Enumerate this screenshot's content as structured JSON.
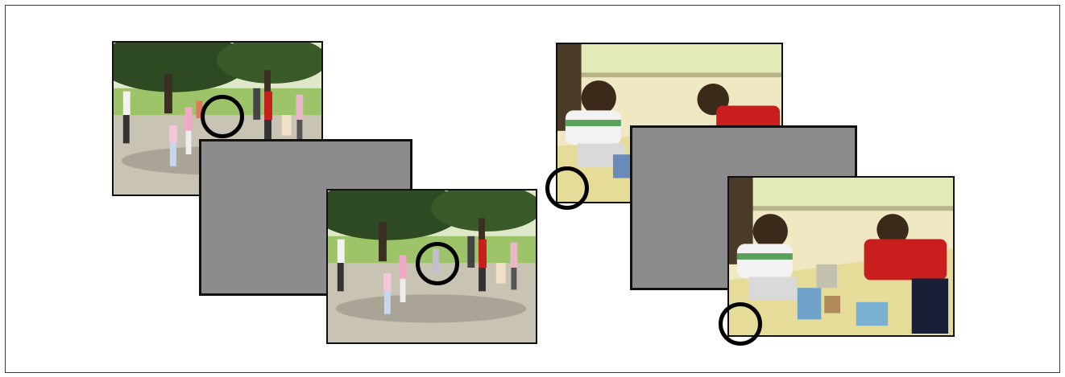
{
  "figure": {
    "sequences": [
      {
        "name": "park-scene",
        "frames": [
          "original-photo",
          "blank-mask",
          "changed-photo"
        ]
      },
      {
        "name": "children-playing-scene",
        "frames": [
          "original-photo",
          "blank-mask",
          "changed-photo"
        ]
      }
    ],
    "colors": {
      "border": "#111111",
      "mask": "#8c8c8c",
      "highlight_circle": "#000000",
      "park_grass": "#9ec46a",
      "park_ground": "#c9c3b4",
      "park_tree": "#2e4a22",
      "room_wall": "#e4e9b8",
      "room_floor": "#efe8c2",
      "shirt_red": "#c81e1e",
      "shirt_white": "#f2f2f2"
    }
  }
}
